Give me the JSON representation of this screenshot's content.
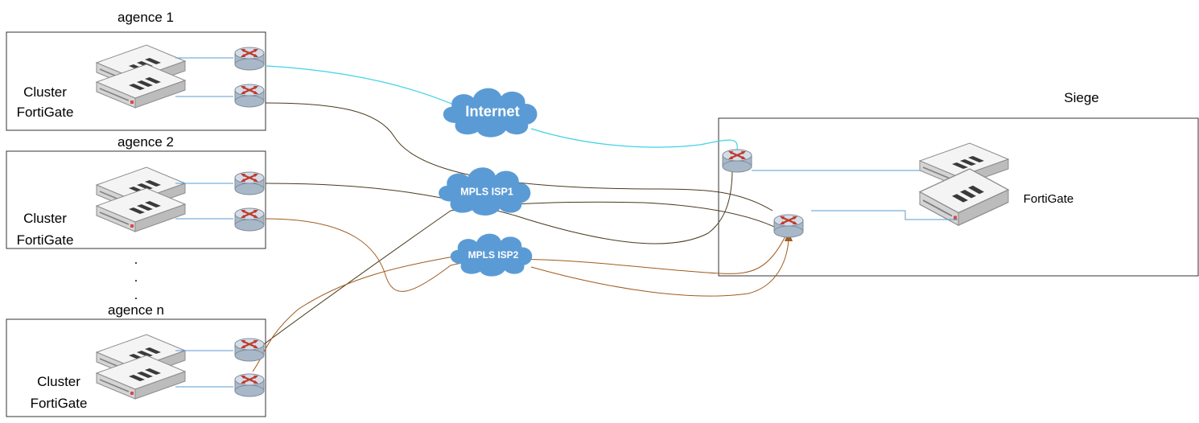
{
  "branches": [
    {
      "title": "agence 1",
      "cluster_line1": "Cluster",
      "cluster_line2": "FortiGate"
    },
    {
      "title": "agence 2",
      "cluster_line1": "Cluster",
      "cluster_line2": "FortiGate"
    },
    {
      "title": "agence n",
      "cluster_line1": "Cluster",
      "cluster_line2": "FortiGate"
    }
  ],
  "ellipsis": ".",
  "clouds": {
    "internet": "Internet",
    "mpls1": "MPLS ISP1",
    "mpls2": "MPLS ISP2"
  },
  "hq": {
    "title": "Siege",
    "device_label": "FortiGate"
  },
  "colors": {
    "internet_link": "#3fd3e6",
    "isp1_link": "#4a3a1c",
    "isp2_link": "#a05a1e",
    "lan_link": "#5b9bd5",
    "cloud": "#5b9bd5",
    "router_body": "#b9c7d6",
    "router_arrow": "#c0392b"
  }
}
